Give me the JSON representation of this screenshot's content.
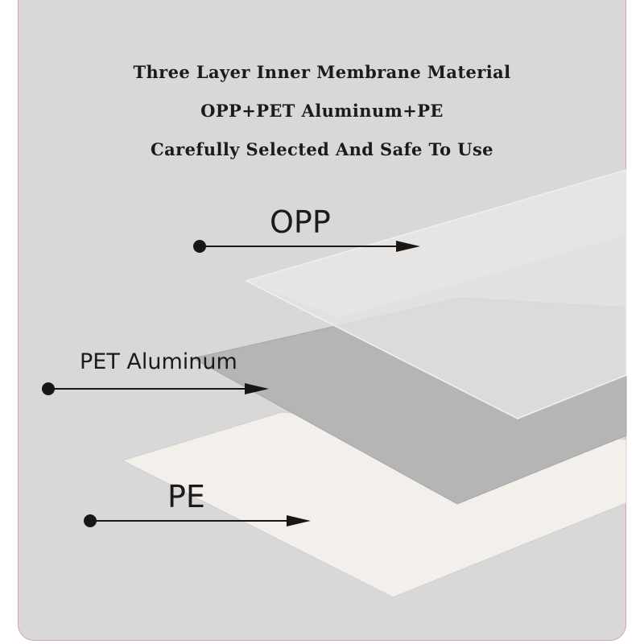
{
  "headings": {
    "line1": "Three Layer Inner Membrane Material",
    "line2": "OPP+PET Aluminum+PE",
    "line3": "Carefully Selected And Safe To Use"
  },
  "layers": {
    "opp": {
      "label": "OPP",
      "color": "#e0dfdd"
    },
    "pet": {
      "label": "PET Aluminum",
      "color": "#b7b7b7"
    },
    "pe": {
      "label": "PE",
      "color": "#f3f0ec"
    }
  },
  "colors": {
    "background": "#d8d8d8",
    "frame_border": "#d9a3a3",
    "pointer": "#1a1614"
  }
}
